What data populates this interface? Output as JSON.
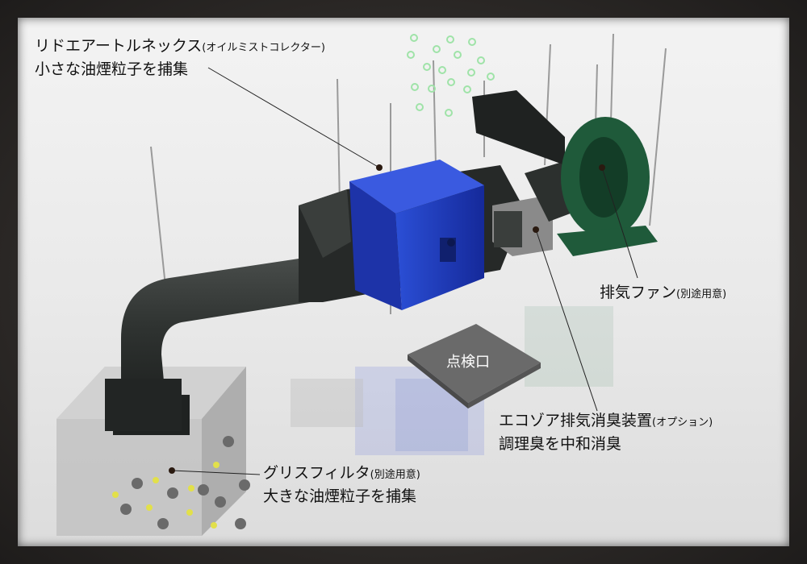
{
  "labels": {
    "oil_mist": {
      "title": "リドエアートルネックス",
      "note": "(オイルミストコレクター)",
      "desc": "小さな油煙粒子を捕集"
    },
    "fan": {
      "title": "排気ファン",
      "note": "(別途用意)"
    },
    "hatch": {
      "title": "点検口"
    },
    "odor": {
      "title": "エコゾア排気消臭装置",
      "note": "(オプション)",
      "desc": "調理臭を中和消臭"
    },
    "grease": {
      "title": "グリスフィルタ",
      "note": "(別途用意)",
      "desc": "大きな油煙粒子を捕集"
    }
  },
  "colors": {
    "collector_blue": "#1f3cc0",
    "fan_green": "#1f5a3a",
    "duct_dark": "#343836",
    "particle_green": "#9fe3a8",
    "particle_yellow": "#e2e04a",
    "particle_grey": "#666666"
  }
}
